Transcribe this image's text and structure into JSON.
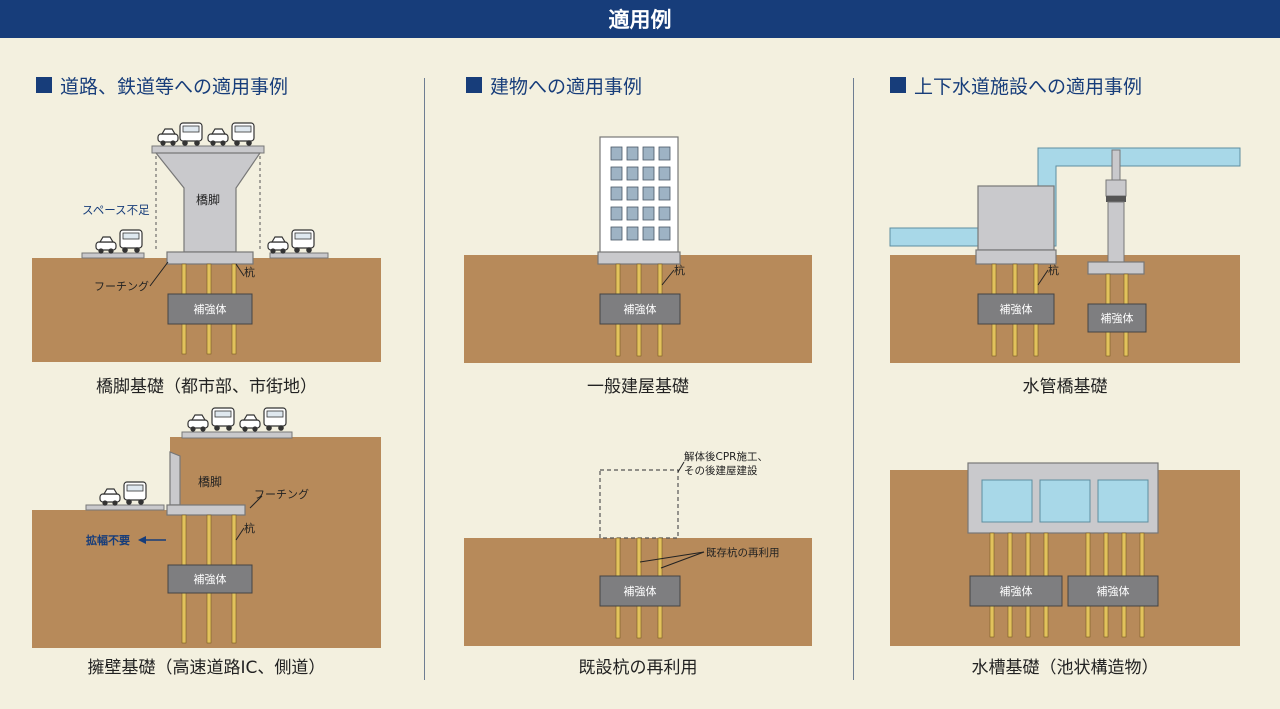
{
  "title": "適用例",
  "colors": {
    "header": "#173d7a",
    "background": "#f3f0df",
    "soil": "#b78a5a",
    "concrete": "#c9c9cc",
    "reinforcement": "#7e7e80",
    "water": "#a8d8e8"
  },
  "sections": [
    {
      "heading": "道路、鉄道等への適用事例"
    },
    {
      "heading": "建物への適用事例"
    },
    {
      "heading": "上下水道施設への適用事例"
    }
  ],
  "captions": {
    "pier": "橋脚基礎（都市部、市街地）",
    "wall": "擁壁基礎（高速道路IC、側道）",
    "building": "一般建屋基礎",
    "reuse": "既設杭の再利用",
    "bridge": "水管橋基礎",
    "tank": "水槽基礎（池状構造物）"
  },
  "labels": {
    "reinforcement": "補強体",
    "pile": "杭",
    "footing": "フーチング",
    "pier": "橋脚",
    "lack_space": "スペース不足",
    "no_widening": "拡幅不要",
    "demolish_line1": "解体後CPR施工、",
    "demolish_line2": "その後建屋建設",
    "reuse_piles": "既存杭の再利用"
  }
}
